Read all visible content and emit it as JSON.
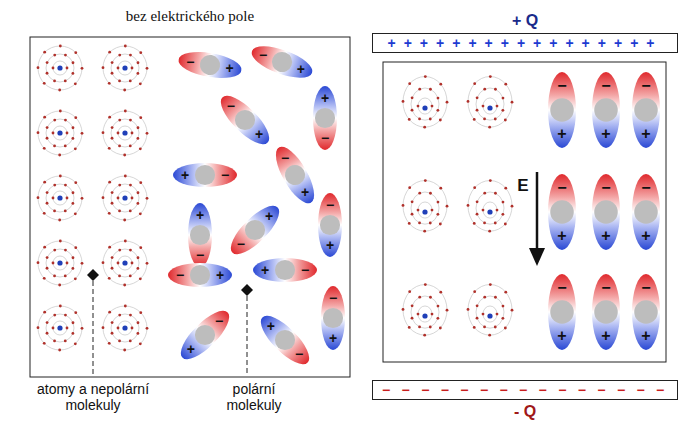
{
  "diagram": {
    "nodes": [
      {
        "text": [
          "+ Q",
          "+++++++++++++++++"
        ]
      },
      {
        "text": [
          "− − − − − − − − − − − − − − −",
          "- Q"
        ]
      },
      {
        "text": [
          "−",
          "+"
        ]
      },
      {
        "text": [
          "−",
          "+"
        ]
      },
      {
        "text": [
          "−",
          "+"
        ]
      },
      {
        "text": [
          "−",
          "+"
        ]
      },
      {
        "text": [
          "−",
          "+"
        ]
      },
      {
        "text": [
          "−",
          "+"
        ]
      },
      {
        "text": [
          "−",
          "+"
        ]
      },
      {
        "text": [
          "−",
          "+"
        ]
      },
      {
        "text": [
          "−",
          "+"
        ]
      },
      {
        "text": [
          "−",
          "+"
        ]
      },
      {
        "text": [
          "−",
          "+"
        ]
      },
      {
        "text": [
          "−",
          "+"
        ]
      },
      {
        "text": [
          "−",
          "+"
        ]
      },
      {
        "text": [
          "−",
          "+"
        ]
      },
      {
        "text": [
          "−",
          "+"
        ]
      },
      {
        "text": [
          "−",
          "+"
        ]
      },
      {
        "text": [
          "−",
          "+"
        ]
      },
      {
        "text": [
          "−",
          "+"
        ]
      },
      {
        "text": [
          "−",
          "+"
        ]
      },
      {
        "text": [
          "−",
          "+"
        ]
      },
      {
        "text": [
          "−",
          "+"
        ]
      },
      {
        "text": [
          "−",
          "+"
        ]
      },
      {
        "text": [
          "−",
          "+"
        ]
      }
    ],
    "labels": [
      "bez elektrického pole",
      "atomy a nepolární molekuly",
      "polární molekuly",
      "E"
    ]
  }
}
